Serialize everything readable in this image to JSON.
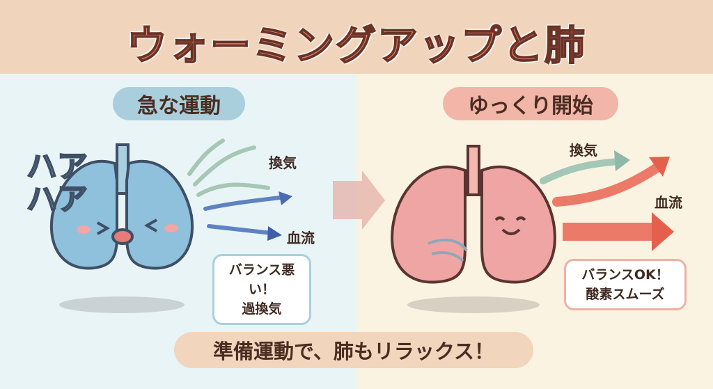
{
  "title": "ウォーミングアップと肺",
  "left": {
    "label": "急な運動",
    "panting": [
      "ハア",
      "ハア"
    ],
    "ventilation": "換気",
    "blood_flow": "血流",
    "bubble": [
      "バランス悪い！",
      "過換気"
    ]
  },
  "right": {
    "label": "ゆっくり開始",
    "ventilation": "換気",
    "blood_flow": "血流",
    "bubble": [
      "バランスOK！",
      "酸素スムーズ"
    ]
  },
  "footer": "準備運動で、肺もリラックス！",
  "colors": {
    "header": "#f0d4bc",
    "left_bg": "#e9f4f6",
    "right_bg": "#faf3e1",
    "blue_lung": "#8fc0dc",
    "pink_lung": "#f0a5a5",
    "accent": "#e98a72"
  }
}
